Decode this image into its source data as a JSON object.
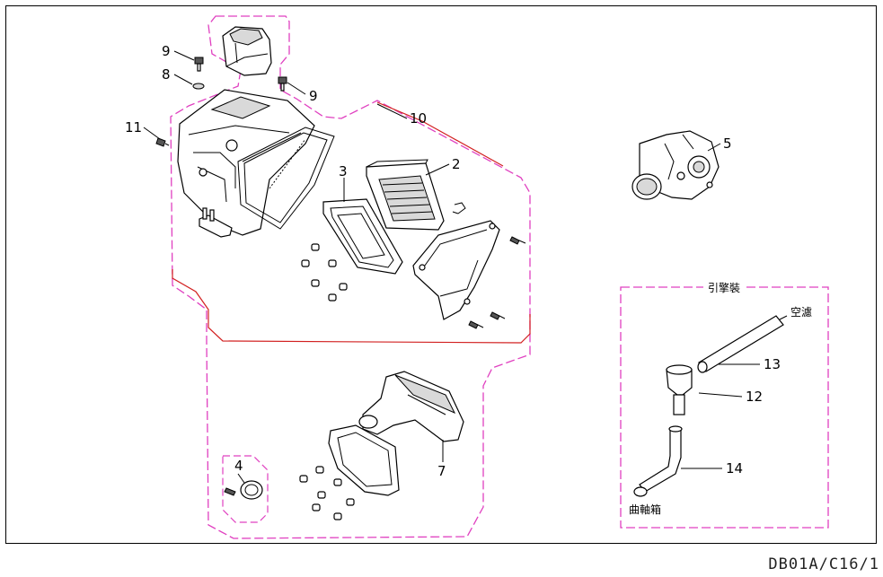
{
  "drawing_code": "DB01A/C16/1",
  "callouts": [
    "9",
    "8",
    "9",
    "11",
    "10",
    "3",
    "2",
    "5",
    "4",
    "7",
    "13",
    "12",
    "14"
  ],
  "engine_box": {
    "title": "引擎裝",
    "label_air_cleaner": "空濾",
    "label_crankcase": "曲軸箱"
  },
  "colors": {
    "dash_outline": "#e040c0",
    "red_outline": "#d22020",
    "line": "#000000"
  }
}
